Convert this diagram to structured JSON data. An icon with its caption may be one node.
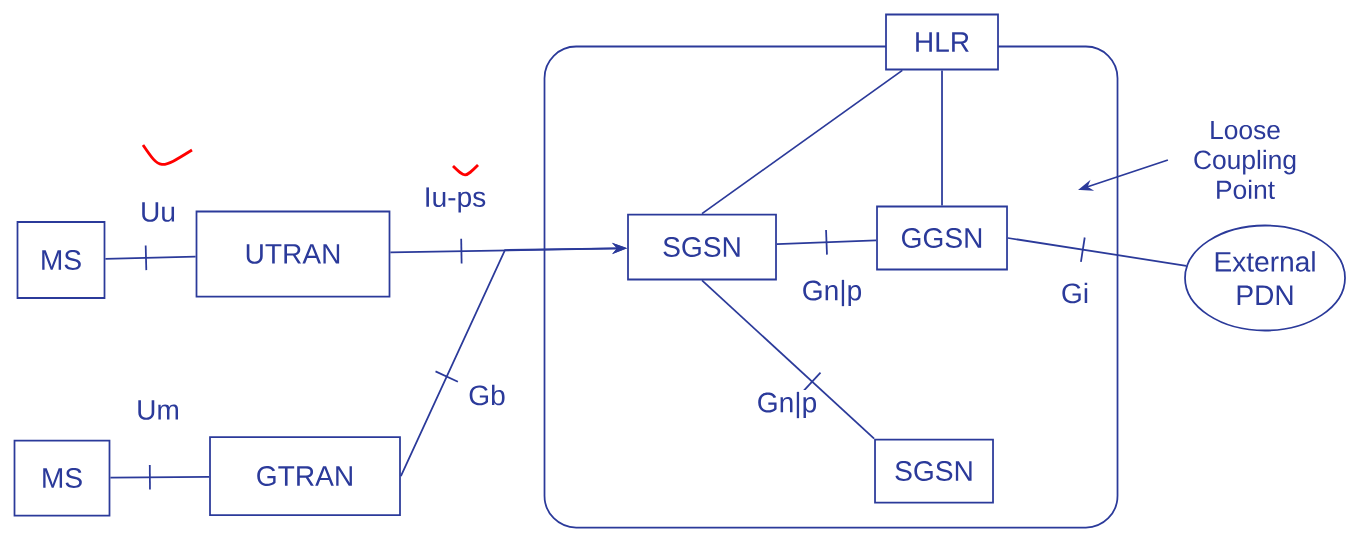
{
  "diagram": {
    "nodes": [
      {
        "text": [
          "MS"
        ]
      },
      {
        "text": [
          "UTRAN"
        ]
      },
      {
        "text": [
          "MS"
        ]
      },
      {
        "text": [
          "GTRAN"
        ]
      },
      {
        "text": [],
        "shape": "box"
      },
      {
        "text": [
          "HLR"
        ]
      },
      {
        "text": [
          "SGSN"
        ],
        "in": 4
      },
      {
        "text": [
          "GGSN"
        ],
        "in": 4
      },
      {
        "text": [
          "SGSN"
        ],
        "in": 4
      },
      {
        "text": [
          "External PDN"
        ]
      },
      {
        "text": [
          "Loose Coupling Point"
        ]
      }
    ],
    "edges": [
      {
        "from": 0,
        "to": 1,
        "arrow": "none",
        "label": "Uu"
      },
      {
        "from": 2,
        "to": 3,
        "arrow": "none",
        "label": "Um"
      },
      {
        "from": 1,
        "to": 6,
        "arrow": "to",
        "label": "Iu-ps"
      },
      {
        "from": 3,
        "to": 6,
        "arrow": "to",
        "label": "Gb"
      },
      {
        "from": 6,
        "to": 5,
        "arrow": "none"
      },
      {
        "from": 7,
        "to": 5,
        "arrow": "none"
      },
      {
        "from": 6,
        "to": 7,
        "arrow": "none",
        "label": "Gn|p"
      },
      {
        "from": 6,
        "to": 8,
        "arrow": "none",
        "label": "Gn|p"
      },
      {
        "from": 7,
        "to": 9,
        "arrow": "none",
        "label": "Gi"
      },
      {
        "from": 10,
        "to": null,
        "arrow": "to"
      }
    ]
  }
}
